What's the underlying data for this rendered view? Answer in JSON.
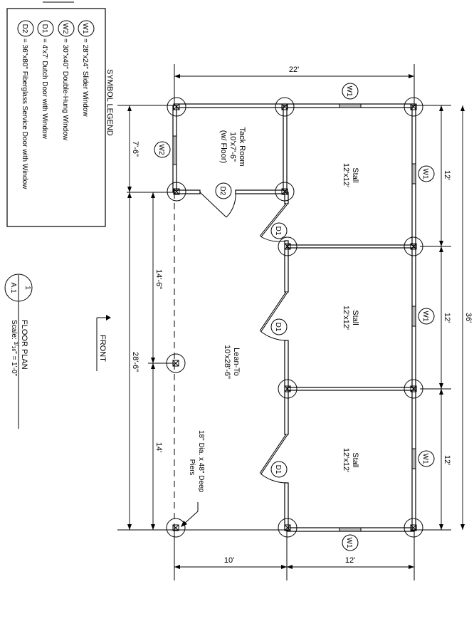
{
  "legend": {
    "title": "SYMBOL LEGEND",
    "items": [
      {
        "tag": "W1",
        "text": "= 28\"x24\" Slider Window"
      },
      {
        "tag": "W2",
        "text": "= 30\"x40\" Double-Hung Window"
      },
      {
        "tag": "D1",
        "text": "= 4'x7' Dutch Door with Window"
      },
      {
        "tag": "D2",
        "text": "= 36\"x80\" Fiberglass Service Door with Window"
      }
    ]
  },
  "title_block": {
    "number": "1",
    "sheet": "A.1",
    "title": "FLOOR PLAN",
    "scale_prefix": "Scale: ",
    "scale_num": "3",
    "scale_den": "16",
    "scale_suffix": "\" = 1'-0\""
  },
  "front_label": "FRONT",
  "rooms": {
    "tack_room": {
      "line1": "Tack Room",
      "line2": "10'x7'-6\"",
      "line3": "(w/ Floor)"
    },
    "stall_1": {
      "line1": "Stall",
      "line2": "12'x12'"
    },
    "stall_2": {
      "line1": "Stall",
      "line2": "12'x12'"
    },
    "stall_3": {
      "line1": "Stall",
      "line2": "12'x12'"
    },
    "lean_to": {
      "line1": "Lean-To",
      "line2": "10'x28'-6\""
    }
  },
  "pier_note": {
    "line1": "18\" Dia. x 48\" Deep",
    "line2": "Piers"
  },
  "dimensions": {
    "top_total": "22'",
    "right_12_a": "12'",
    "right_12_b": "12'",
    "right_12_c": "12'",
    "right_total": "36'",
    "left_7_6": "7'-6\"",
    "left_14_6": "14'-6\"",
    "left_28_6": "28'-6\"",
    "left_14": "14'",
    "bottom_10": "10'",
    "bottom_12": "12'"
  },
  "tags": {
    "w1_top": "W1",
    "w1_right_1": "W1",
    "w1_right_2": "W1",
    "w1_right_3": "W1",
    "w1_bottom": "W1",
    "w2_left": "W2",
    "d2_tack": "D2",
    "d1_1": "D1",
    "d1_2": "D1",
    "d1_3": "D1"
  }
}
